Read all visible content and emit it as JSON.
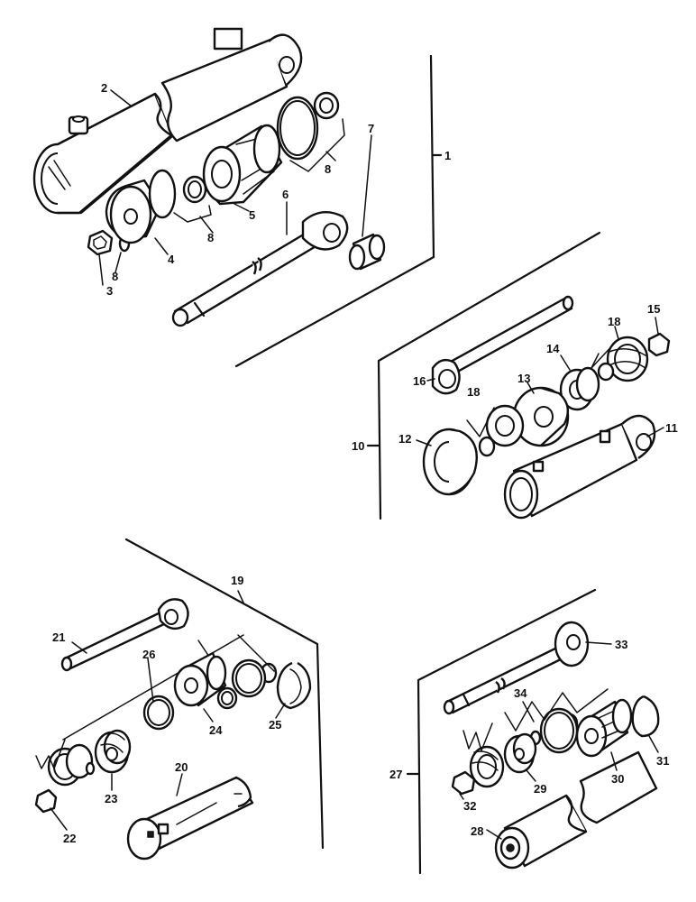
{
  "labels": {
    "n1": "1",
    "n2": "2",
    "n3": "3",
    "n4": "4",
    "n5": "5",
    "n6": "6",
    "n7": "7",
    "n8a": "8",
    "n8b": "8",
    "n8c": "8",
    "n10": "10",
    "n11": "11",
    "n12": "12",
    "n13": "13",
    "n14": "14",
    "n15": "15",
    "n16": "16",
    "n18a": "18",
    "n18b": "18",
    "n19": "19",
    "n20": "20",
    "n21": "21",
    "n22": "22",
    "n23": "23",
    "n24": "24",
    "n25": "25",
    "n26": "26",
    "n27": "27",
    "n28": "28",
    "n29": "29",
    "n30": "30",
    "n31": "31",
    "n32": "32",
    "n33": "33",
    "n34": "34"
  }
}
